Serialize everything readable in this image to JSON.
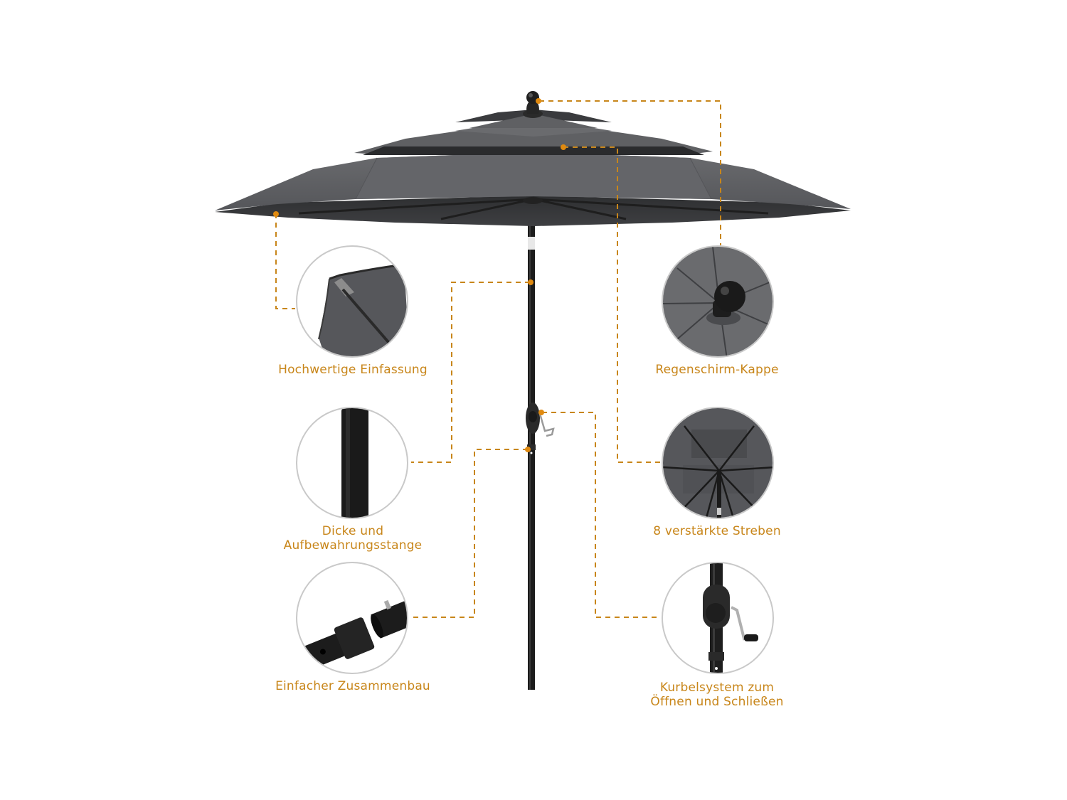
{
  "product": {
    "type": "three-tier patio umbrella",
    "canopy_color": "#5b5c5f",
    "pole_color": "#1c1c1c"
  },
  "accent_color": "#c8861a",
  "features": [
    {
      "id": "edging",
      "label": "Hochwertige Einfassung",
      "icon": "canopy-edge-icon",
      "side": "left"
    },
    {
      "id": "pole",
      "label_line1": "Dicke und",
      "label_line2": "Aufbewahrungsstange",
      "icon": "pole-icon",
      "side": "left"
    },
    {
      "id": "assembly",
      "label": "Einfacher Zusammenbau",
      "icon": "pole-joint-icon",
      "side": "left"
    },
    {
      "id": "cap",
      "label": "Regenschirm-Kappe",
      "icon": "umbrella-cap-icon",
      "side": "right"
    },
    {
      "id": "ribs",
      "label": "8 verstärkte Streben",
      "icon": "umbrella-ribs-icon",
      "side": "right"
    },
    {
      "id": "crank",
      "label_line1": "Kurbelsystem zum",
      "label_line2": "Öffnen und Schließen",
      "icon": "crank-icon",
      "side": "right"
    }
  ]
}
